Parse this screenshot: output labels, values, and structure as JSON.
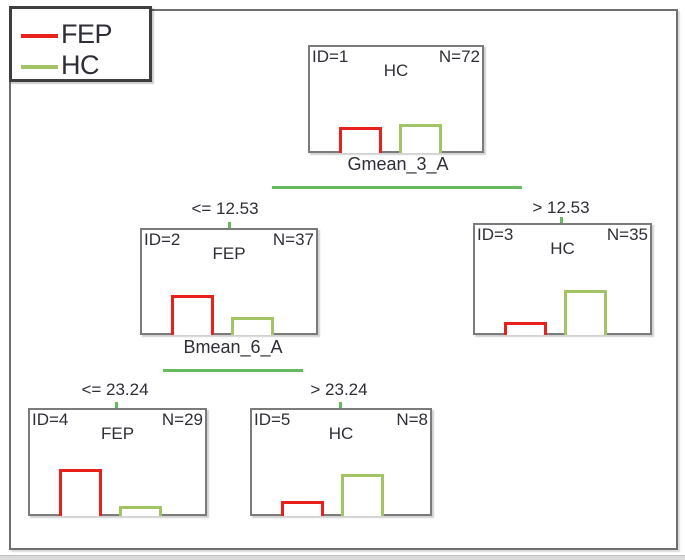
{
  "colors": {
    "fep": "#e8211d",
    "hc": "#a3c464",
    "split_line": "#66b861",
    "node_border": "#7b7b7b",
    "text": "#2e2e36"
  },
  "legend": {
    "items": [
      {
        "label": "FEP",
        "color": "#e8211d"
      },
      {
        "label": "HC",
        "color": "#a3c464"
      }
    ]
  },
  "tree": {
    "nodes": [
      {
        "id_label": "ID=1",
        "n_label": "N=72",
        "class_label": "HC",
        "bars": {
          "fep": 26,
          "hc": 29
        }
      },
      {
        "id_label": "ID=2",
        "n_label": "N=37",
        "class_label": "FEP",
        "bars": {
          "fep": 40,
          "hc": 18
        }
      },
      {
        "id_label": "ID=3",
        "n_label": "N=35",
        "class_label": "HC",
        "bars": {
          "fep": 13,
          "hc": 45
        }
      },
      {
        "id_label": "ID=4",
        "n_label": "N=29",
        "class_label": "FEP",
        "bars": {
          "fep": 47,
          "hc": 10
        }
      },
      {
        "id_label": "ID=5",
        "n_label": "N=8",
        "class_label": "HC",
        "bars": {
          "fep": 15,
          "hc": 42
        }
      }
    ],
    "splits": [
      {
        "feature": "Gmean_3_A",
        "left_condition": "<= 12.53",
        "right_condition": "> 12.53"
      },
      {
        "feature": "Bmean_6_A",
        "left_condition": "<= 23.24",
        "right_condition": "> 23.24"
      }
    ]
  }
}
